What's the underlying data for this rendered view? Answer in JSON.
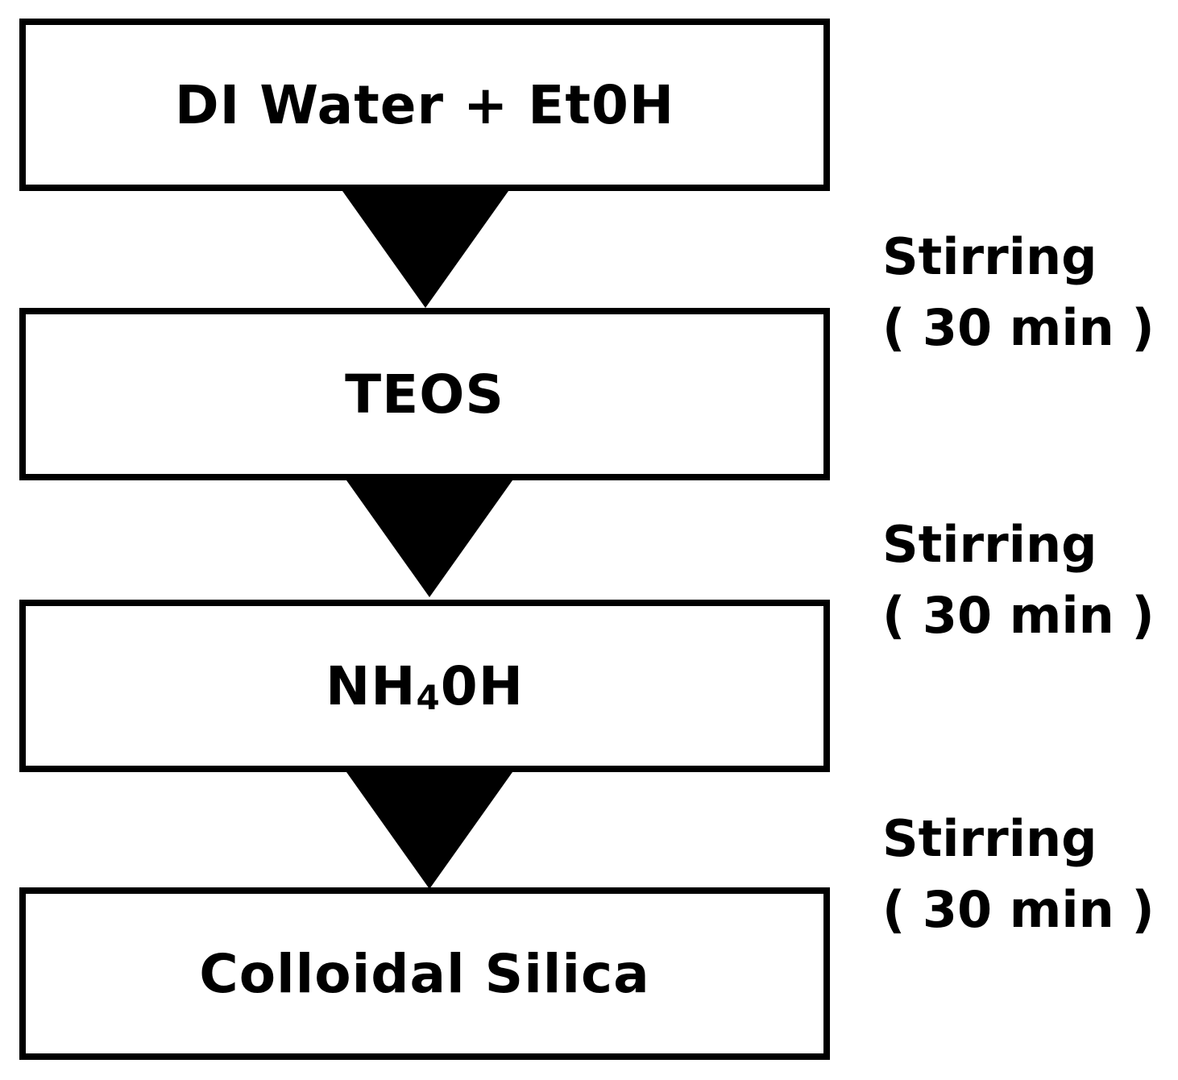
{
  "steps": [
    {
      "label": "DI Water + Et0H"
    },
    {
      "label": "TEOS"
    },
    {
      "label_main": "NH",
      "label_sub": "4",
      "label_tail": "0H"
    },
    {
      "label": "Colloidal Silica"
    }
  ],
  "transitions": [
    {
      "action": "Stirring",
      "duration": "( 30 min )"
    },
    {
      "action": "Stirring",
      "duration": "( 30 min )"
    },
    {
      "action": "Stirring",
      "duration": "( 30 min )"
    }
  ]
}
